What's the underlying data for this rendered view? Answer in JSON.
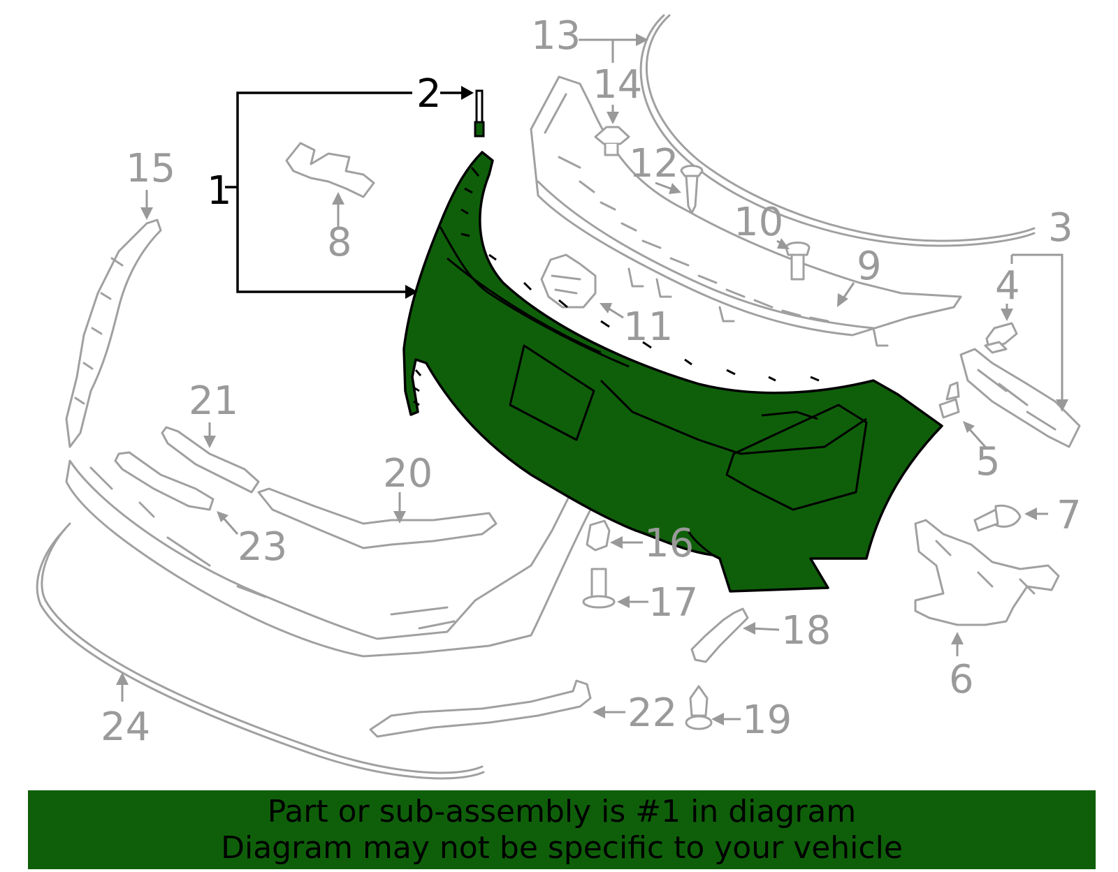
{
  "colors": {
    "highlight": "#0f5f0a",
    "footer_background": "#0f5f0a",
    "part_outline": "#a0a0a0",
    "label_gray": "#9a9a9a",
    "label_black": "#000000"
  },
  "callouts": {
    "c1": "1",
    "c2": "2",
    "c3": "3",
    "c4": "4",
    "c5": "5",
    "c6": "6",
    "c7": "7",
    "c8": "8",
    "c9": "9",
    "c10": "10",
    "c11": "11",
    "c12": "12",
    "c13": "13",
    "c14": "14",
    "c15": "15",
    "c16": "16",
    "c17": "17",
    "c18": "18",
    "c19": "19",
    "c20": "20",
    "c21": "21",
    "c22": "22",
    "c23": "23",
    "c24": "24"
  },
  "footer": {
    "line1": "Part or sub-assembly is #1 in diagram",
    "line2": "Diagram may not be specific to your vehicle"
  }
}
